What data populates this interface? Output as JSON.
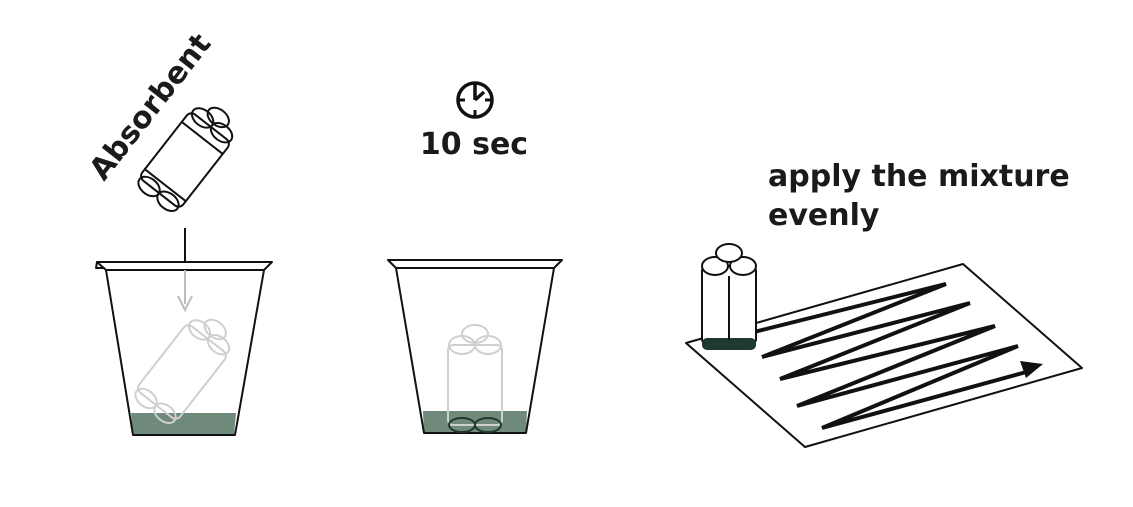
{
  "steps": {
    "one": {
      "label": "Absorbent"
    },
    "two": {
      "time_label": "10 sec"
    },
    "three": {
      "line1": "apply the mixture",
      "line2": "evenly"
    }
  },
  "colors": {
    "liquid": "#6f8a7b",
    "dark_green": "#1e3a2f",
    "ink": "#111111",
    "ghost": "#cfcfcf",
    "arrow_gray": "#bdbdbd"
  },
  "icons": [
    "stopwatch-icon",
    "arrow-down-icon",
    "arrow-right-icon",
    "cup-icon",
    "absorbent-pack-icon",
    "sheet-icon"
  ]
}
